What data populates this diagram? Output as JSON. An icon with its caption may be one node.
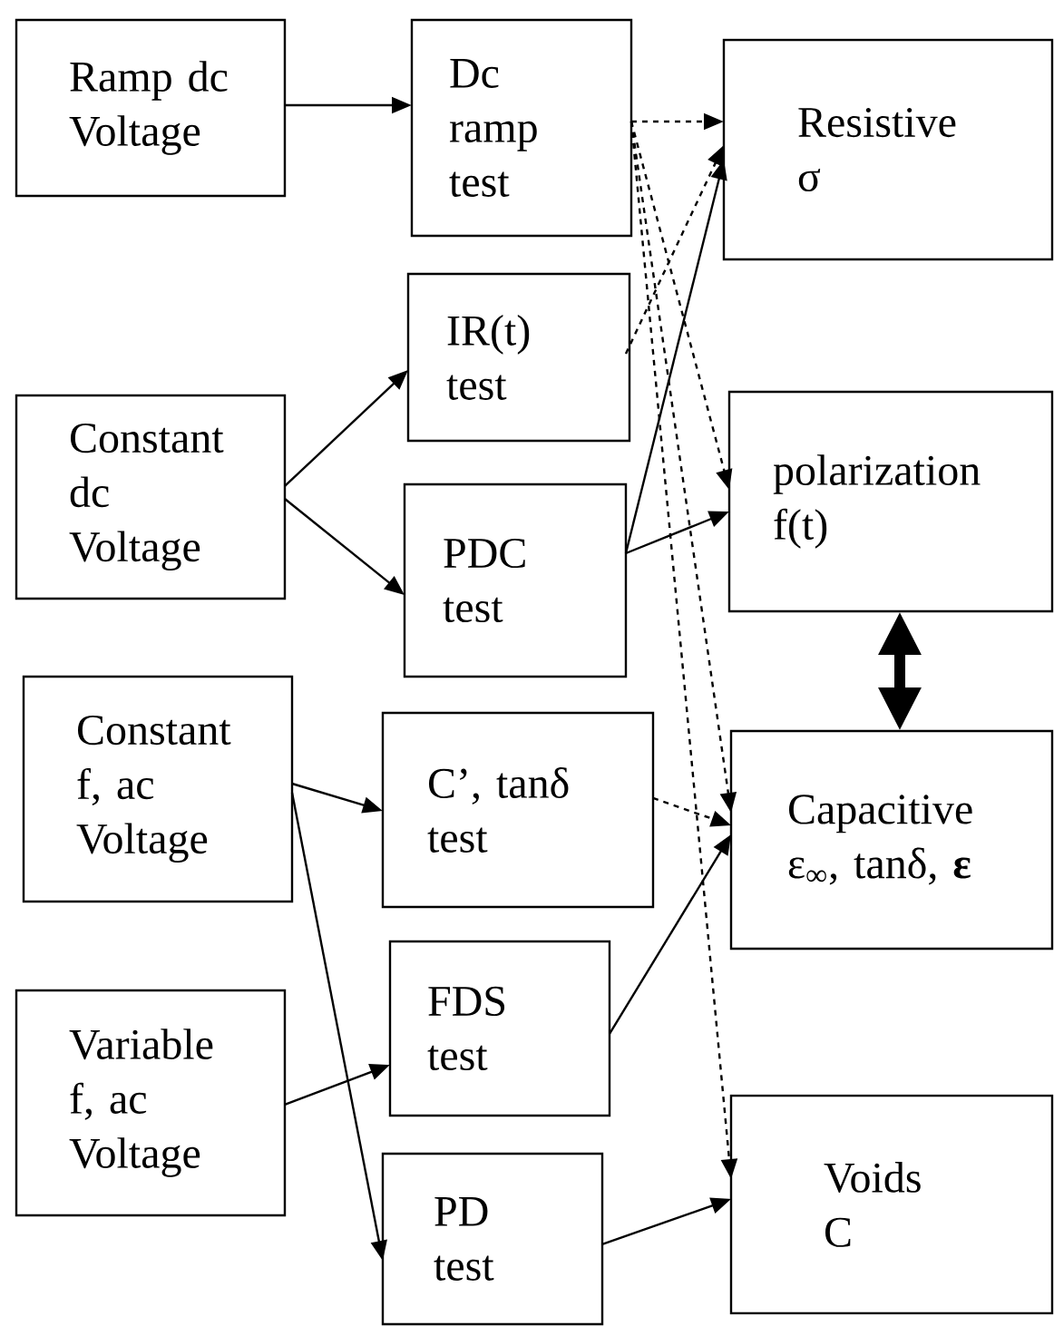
{
  "diagram": {
    "nodes": [
      {
        "text": [
          "Ramp dc Voltage"
        ]
      },
      {
        "text": [
          "Constant dc Voltage"
        ]
      },
      {
        "text": [
          "Constant f, ac Voltage"
        ]
      },
      {
        "text": [
          "Variable f, ac Voltage"
        ]
      },
      {
        "text": [
          "Dc ramp test"
        ]
      },
      {
        "text": [
          "IR(t) test"
        ]
      },
      {
        "text": [
          "PDC test"
        ]
      },
      {
        "text": [
          "C’, tanδ test"
        ]
      },
      {
        "text": [
          "FDS test"
        ]
      },
      {
        "text": [
          "PD test"
        ]
      },
      {
        "text": [
          "Resistive σ"
        ]
      },
      {
        "text": [
          "polarization f(t)"
        ]
      },
      {
        "text": [
          "Capacitive ε$_{∞}$, tanδ, **ε**"
        ]
      },
      {
        "text": [
          "Voids C"
        ]
      }
    ],
    "edges": [
      {
        "from": 0,
        "to": 4,
        "arrow": "to"
      },
      {
        "from": 1,
        "to": 5,
        "arrow": "to"
      },
      {
        "from": 1,
        "to": 6,
        "arrow": "to"
      },
      {
        "from": 2,
        "to": 7,
        "arrow": "to"
      },
      {
        "from": 2,
        "to": 9,
        "arrow": "to"
      },
      {
        "from": 3,
        "to": 8,
        "arrow": "to"
      },
      {
        "from": 4,
        "to": 10,
        "arrow": "to",
        "style": "dashed"
      },
      {
        "from": 4,
        "to": 11,
        "arrow": "to",
        "style": "dashed"
      },
      {
        "from": 4,
        "to": 12,
        "arrow": "to",
        "style": "dashed"
      },
      {
        "from": 4,
        "to": 13,
        "arrow": "to",
        "style": "dashed"
      },
      {
        "from": 5,
        "to": 10,
        "arrow": "to",
        "style": "dashed"
      },
      {
        "from": 6,
        "to": 10,
        "arrow": "to"
      },
      {
        "from": 6,
        "to": 11,
        "arrow": "to"
      },
      {
        "from": 7,
        "to": 12,
        "arrow": "to",
        "style": "dashed"
      },
      {
        "from": 8,
        "to": 12,
        "arrow": "to"
      },
      {
        "from": 9,
        "to": 13,
        "arrow": "to"
      },
      {
        "from": 11,
        "to": 12,
        "arrow": "both",
        "style": "thick"
      }
    ]
  }
}
